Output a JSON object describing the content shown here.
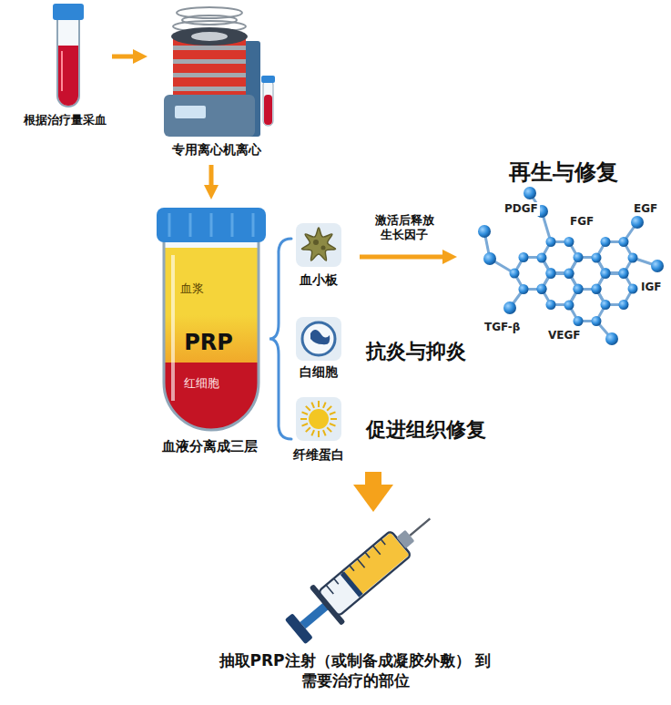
{
  "diagram": {
    "nodes": [
      {
        "text": [
          "根据治疗量采血"
        ]
      },
      {
        "text": [
          "专用离心机离心"
        ]
      },
      {
        "text": [
          "血液分离成三层"
        ]
      },
      {
        "text": [
          "血浆"
        ],
        "in": 2
      },
      {
        "text": [
          "PRP"
        ],
        "in": 2
      },
      {
        "text": [
          "红细胞"
        ],
        "in": 2
      },
      {
        "text": [
          "血小板"
        ]
      },
      {
        "text": [
          "白细胞"
        ]
      },
      {
        "text": [
          "纤维蛋白"
        ]
      },
      {
        "text": [
          "再生与修复"
        ]
      },
      {
        "text": [
          "抽取PRP注射（或制备成凝胶外敷） 到需要治疗的部位"
        ]
      }
    ],
    "edges": [
      {
        "from": 0,
        "to": 1,
        "arrow": "to"
      },
      {
        "from": 1,
        "to": 2,
        "arrow": "to"
      },
      {
        "from": 6,
        "to": 9,
        "label": "激活后释放 生长因子",
        "arrow": "to"
      },
      {
        "from": 8,
        "to": 10,
        "arrow": "to"
      }
    ],
    "labels": [
      "PDGF",
      "FGF",
      "EGF",
      "IGF",
      "VEGF",
      "TGF-β",
      "抗炎与抑炎",
      "促进组织修复"
    ]
  }
}
